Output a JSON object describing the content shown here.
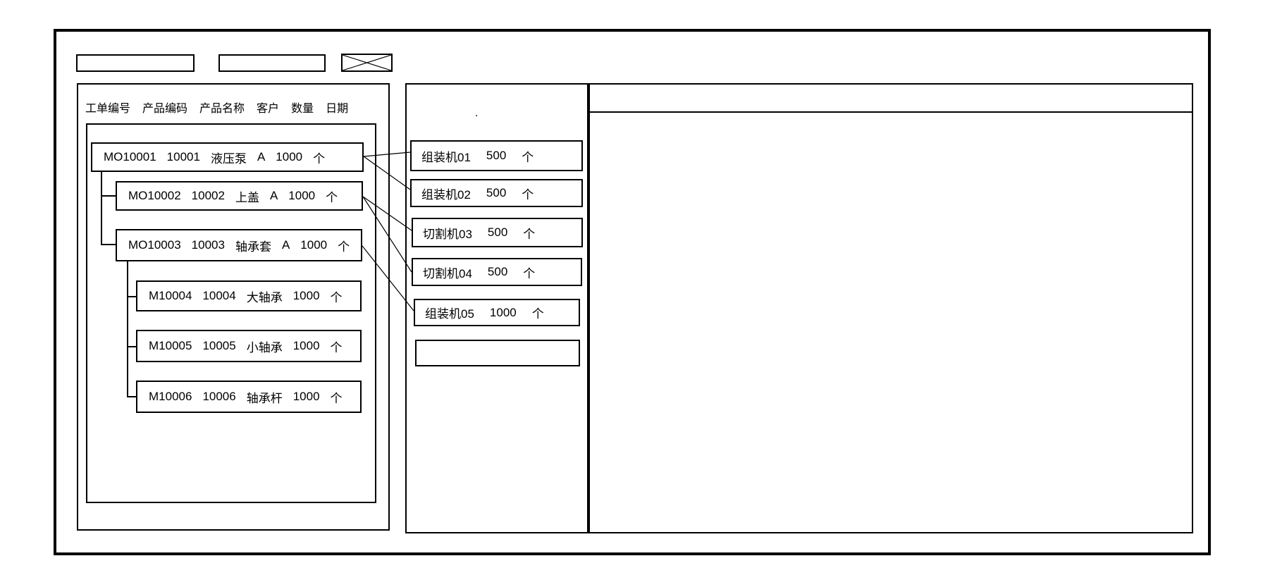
{
  "colors": {
    "line": "#000000",
    "background": "#ffffff"
  },
  "toolbar": {
    "search_field_value": "",
    "filter_field_value": "",
    "close_glyph": "X"
  },
  "left_panel": {
    "headers": [
      "工单编号",
      "产品编码",
      "产品名称",
      "客户",
      "数量",
      "日期"
    ],
    "rows": [
      {
        "level": 0,
        "segments": [
          "MO10001",
          "10001",
          "液压泵",
          "A",
          "1000",
          "个"
        ]
      },
      {
        "level": 1,
        "segments": [
          "MO10002",
          "10002",
          "上盖",
          "A",
          "1000",
          "个"
        ]
      },
      {
        "level": 1,
        "segments": [
          "MO10003",
          "10003",
          "轴承套",
          "A",
          "1000",
          "个"
        ]
      },
      {
        "level": 2,
        "segments": [
          "M10004",
          "10004",
          "大轴承",
          "1000",
          "个"
        ]
      },
      {
        "level": 2,
        "segments": [
          "M10005",
          "10005",
          "小轴承",
          "1000",
          "个"
        ]
      },
      {
        "level": 2,
        "segments": [
          "M10006",
          "10006",
          "轴承杆",
          "1000",
          "个"
        ]
      }
    ]
  },
  "middle_panel": {
    "dot": ".",
    "machines": [
      {
        "segments": [
          "组装机01",
          "500",
          "个"
        ]
      },
      {
        "segments": [
          "组装机02",
          "500",
          "个"
        ]
      },
      {
        "segments": [
          "切割机03",
          "500",
          "个"
        ]
      },
      {
        "segments": [
          "切割机04",
          "500",
          "个"
        ]
      },
      {
        "segments": [
          "组装机05",
          "1000",
          "个"
        ]
      },
      {
        "segments": []
      }
    ]
  },
  "right_panel": {
    "content": ""
  }
}
